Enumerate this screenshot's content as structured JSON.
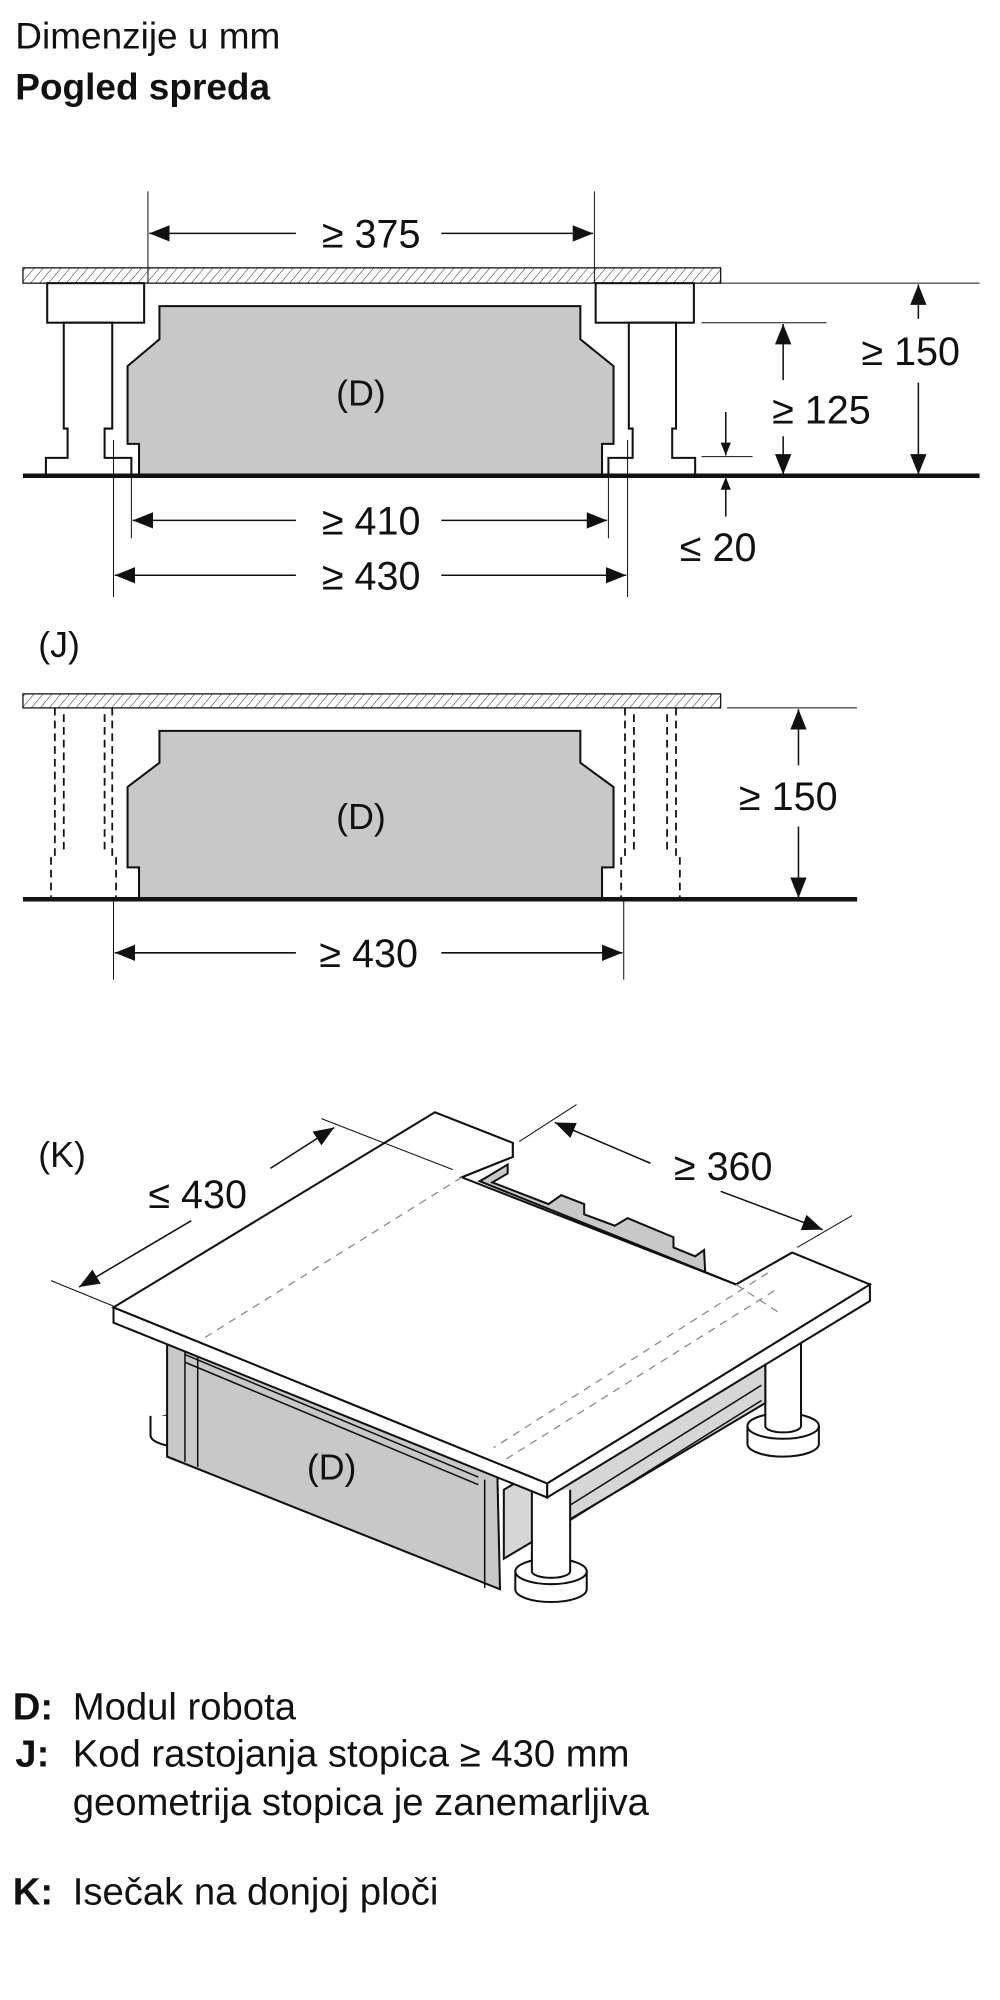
{
  "header": {
    "title": "Dimenzije u mm",
    "subtitle": "Pogled spreda"
  },
  "front_view": {
    "module_label": "(D)",
    "dims": {
      "top": "≥ 375",
      "h150": "≥ 150",
      "h125": "≥ 125",
      "gap20": "≤ 20",
      "w410": "≥ 410",
      "w430": "≥ 430"
    }
  },
  "view_j": {
    "label": "(J)",
    "module_label": "(D)",
    "dims": {
      "h150": "≥ 150",
      "w430": "≥ 430"
    }
  },
  "view_k": {
    "label": "(K)",
    "module_label": "(D)",
    "dims": {
      "depth": "≤ 430",
      "cutout": "≥ 360"
    }
  },
  "legend": [
    {
      "key": "D:",
      "text": "Modul robota"
    },
    {
      "key": "J:",
      "text": "Kod rastojanja stopica ≥ 430 mm",
      "text2": "geometrija stopica je zanemarljiva"
    },
    {
      "key": "K:",
      "text": "Isečak na donjoj ploči"
    }
  ]
}
